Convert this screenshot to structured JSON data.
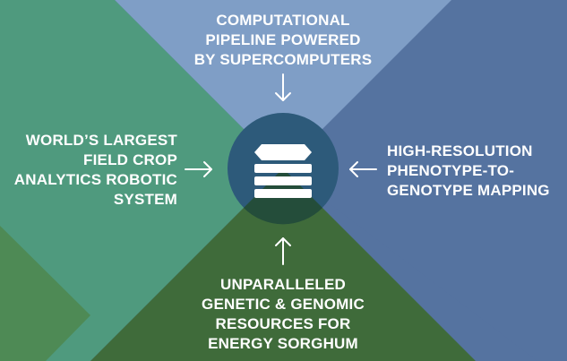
{
  "colors": {
    "top": "#7f9ec6",
    "right": "#5573a0",
    "left": "#4f9a7e",
    "bottom": "#3f6b3a",
    "corner_bottom_left": "#4e8a55",
    "center_disc": "#2d5a7a",
    "center_bottom_half": "#244d3a",
    "text": "#ffffff"
  },
  "center": {
    "icon": "stacked-server-layers-icon"
  },
  "quadrants": {
    "top": {
      "lines": [
        "COMPUTATIONAL",
        "PIPELINE POWERED",
        "BY SUPERCOMPUTERS"
      ],
      "arrow": "arrow-down-icon"
    },
    "left": {
      "lines": [
        "WORLD’S LARGEST",
        "FIELD CROP",
        "ANALYTICS ROBOTIC",
        "SYSTEM"
      ],
      "arrow": "arrow-right-icon"
    },
    "right": {
      "lines": [
        "HIGH-RESOLUTION",
        "PHENOTYPE-TO-",
        "GENOTYPE MAPPING"
      ],
      "arrow": "arrow-left-icon"
    },
    "bottom": {
      "lines": [
        "UNPARALLELED",
        "GENETIC & GENOMIC",
        "RESOURCES FOR",
        "ENERGY SORGHUM"
      ],
      "arrow": "arrow-up-icon"
    }
  }
}
